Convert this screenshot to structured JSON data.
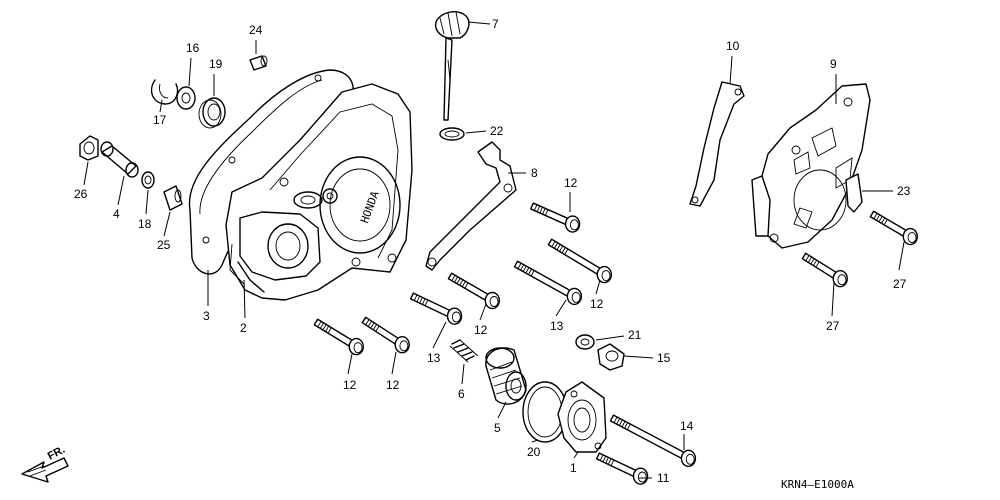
{
  "diagram": {
    "drawing_code": "KRN4—E1000A",
    "direction_label": "FR.",
    "callouts": {
      "c1": "1",
      "c2": "2",
      "c3": "3",
      "c4": "4",
      "c5": "5",
      "c6": "6",
      "c7": "7",
      "c8": "8",
      "c9": "9",
      "c10": "10",
      "c11": "11",
      "c12a": "12",
      "c12b": "12",
      "c12c": "12",
      "c12d": "12",
      "c12e": "12",
      "c13a": "13",
      "c13b": "13",
      "c14": "14",
      "c15": "15",
      "c16": "16",
      "c17": "17",
      "c18": "18",
      "c19": "19",
      "c20": "20",
      "c21": "21",
      "c22": "22",
      "c23": "23",
      "c24": "24",
      "c25": "25",
      "c26": "26",
      "c27a": "27",
      "c27b": "27"
    },
    "cover_mark": "HONDA"
  }
}
